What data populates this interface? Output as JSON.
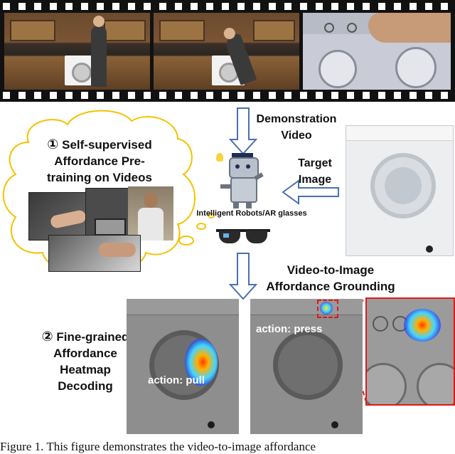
{
  "filmstrip": {
    "frames": [
      {
        "description": "kitchen-scene-approach-washer"
      },
      {
        "description": "kitchen-scene-bending-to-washer"
      },
      {
        "description": "closeup-finger-on-control-knob"
      }
    ]
  },
  "labels": {
    "demonstration_video": "Demonstration\nVideo",
    "target_image": "Target\nImage",
    "self_supervised": "Self-supervised\nAffordance Pre-\ntraining on Videos",
    "step1_marker": "①",
    "intelligent_robots": "Intelligent Robots/AR glasses",
    "grounding": "Video-to-Image\nAffordance Grounding",
    "step2_marker": "②",
    "fine_grained": "Fine-grained\nAffordance\nHeatmap\nDecoding",
    "action_pull": "action: pull",
    "action_press": "action: press"
  },
  "caption": "Figure 1. This figure demonstrates the video-to-image affordance",
  "colors": {
    "arrow": "#5b7fbf",
    "arrow_outline": "#2f4f8f",
    "cloud_outline": "#f2c200",
    "zoom_box": "#e01818",
    "heat_hot": "#ff3b00",
    "heat_cool": "#1e3cff"
  }
}
